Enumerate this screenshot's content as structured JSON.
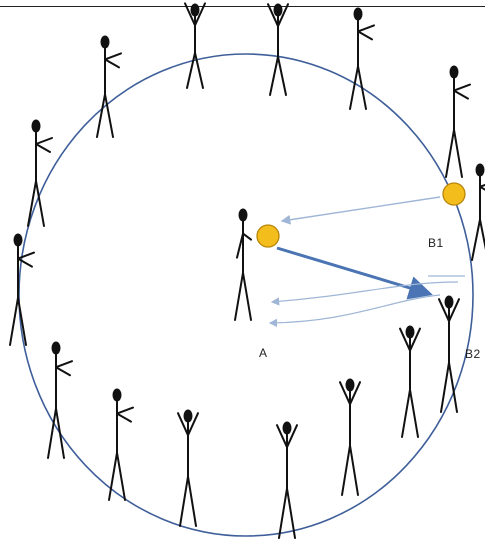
{
  "labels": {
    "a": "A",
    "b1": "B1",
    "b2": "B2"
  },
  "colors": {
    "circle": "#3f5f9a",
    "figure": "#111111",
    "head": "#111111",
    "ball_fill": "#f3bd1c",
    "ball_stroke": "#b8860b",
    "arrow_main": "#4a74b4",
    "arrow_light": "#9fb6d6"
  }
}
